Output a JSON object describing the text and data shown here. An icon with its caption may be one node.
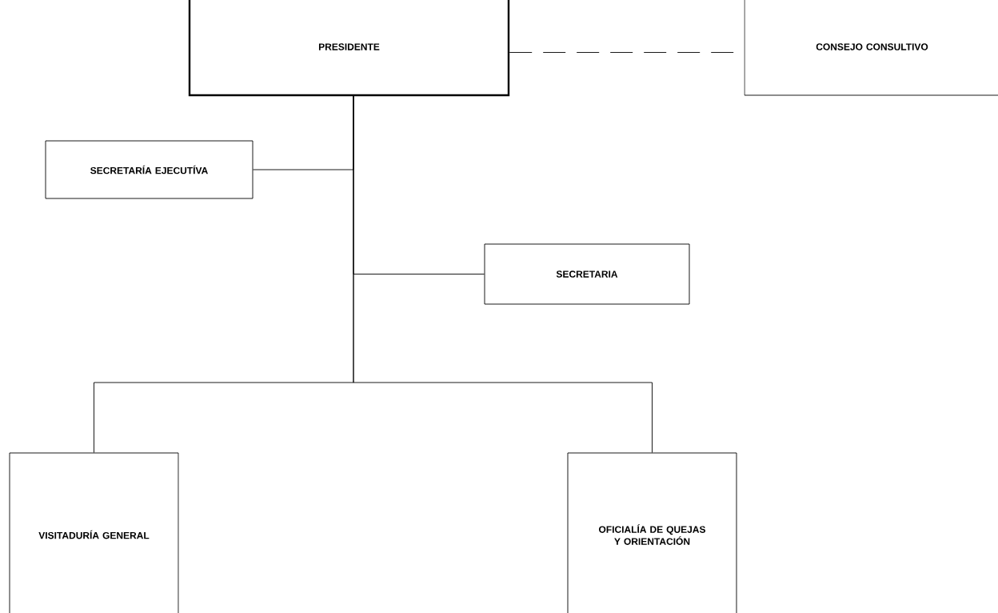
{
  "diagram": {
    "nodes": [
      {
        "text": [
          "PRESIDENTE"
        ]
      },
      {
        "text": [
          "CONSEJO CONSULTIVO"
        ]
      },
      {
        "text": [
          "SECRETARÍA EJECUTÍVA"
        ]
      },
      {
        "text": [
          "SECRETARIA"
        ]
      },
      {
        "text": [
          "VISITADURÍA GENERAL"
        ]
      },
      {
        "text": [
          "OFICIALÍA DE QUEJAS Y ORIENTACIÓN"
        ]
      }
    ],
    "edges": [
      {
        "from": 0,
        "to": 1,
        "arrow": "none",
        "style": "dashed"
      },
      {
        "from": 0,
        "to": 2,
        "arrow": "none"
      },
      {
        "from": 0,
        "to": 3,
        "arrow": "none"
      },
      {
        "from": 0,
        "to": 4,
        "arrow": "none"
      },
      {
        "from": 0,
        "to": 5,
        "arrow": "none"
      }
    ]
  }
}
